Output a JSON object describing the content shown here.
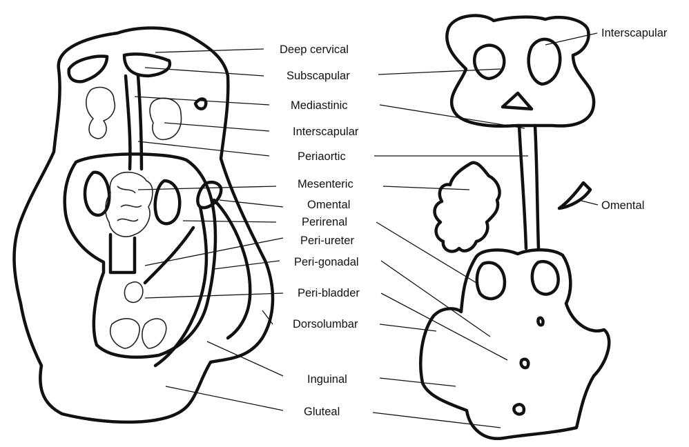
{
  "diagram": {
    "left_labels": [
      "Deep cervical",
      "Subscapular",
      "Mediastinic",
      "Interscapular",
      "Periaortic",
      "Mesenteric",
      "Omental",
      "Perirenal",
      "Peri-ureter",
      "Peri-gonadal",
      "Peri-bladder",
      "Dorsolumbar",
      "Inguinal",
      "Gluteal"
    ],
    "right_labels": [
      "Interscapular",
      "Omental"
    ]
  }
}
